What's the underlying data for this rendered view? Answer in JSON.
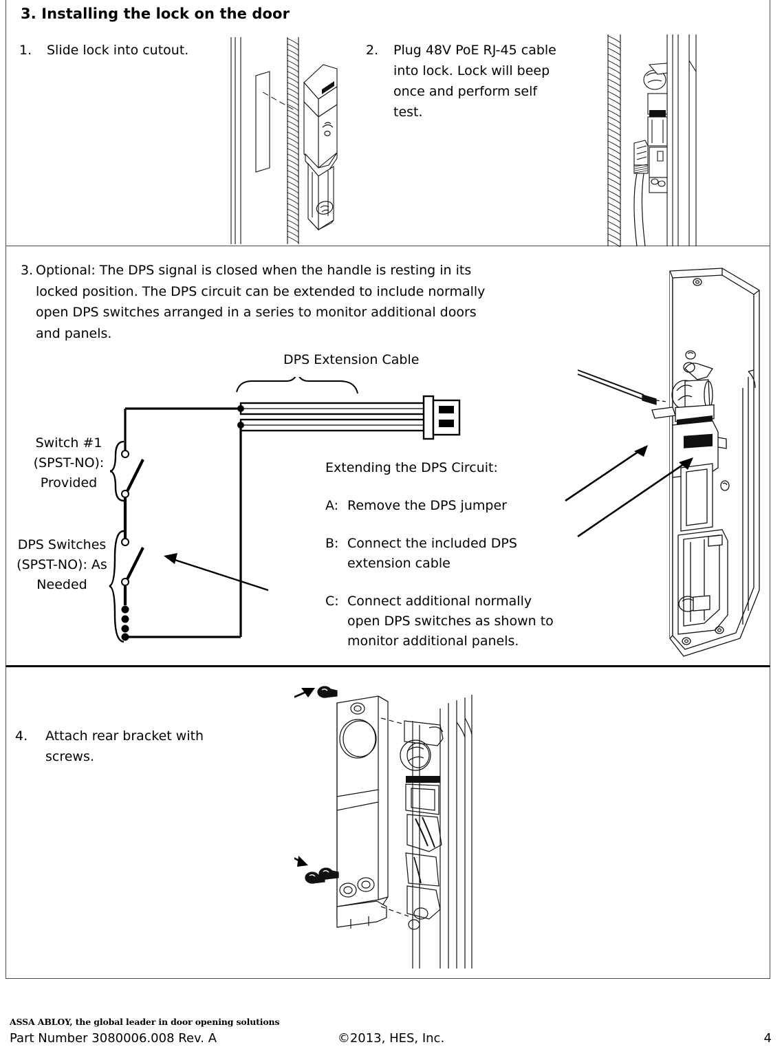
{
  "document": {
    "section_title": "3. Installing the lock on the door",
    "steps": [
      {
        "num": "1.",
        "text": "Slide lock into cutout."
      },
      {
        "num": "2.",
        "text": "Plug 48V PoE RJ-45 cable into lock. Lock will beep once and perform self test."
      },
      {
        "num": "3.",
        "text": "Optional: The DPS signal is closed when the handle is resting in its locked position. The DPS circuit can be extended to include normally open DPS switches arranged in a series to monitor additional doors and panels."
      },
      {
        "num": "4.",
        "text": "Attach rear bracket with screws."
      }
    ],
    "diagram": {
      "cable_label": "DPS Extension Cable",
      "switch1_label": "Switch #1 (SPST-NO): Provided",
      "dps_switches_label": "DPS Switches (SPST-NO): As Needed"
    },
    "instructions": {
      "heading": "Extending the DPS Circuit:",
      "items": [
        {
          "tag": "A:",
          "body": "Remove the DPS jumper"
        },
        {
          "tag": "B:",
          "body": "Connect the included DPS extension cable"
        },
        {
          "tag": "C:",
          "body": "Connect additional normally open DPS switches as shown to monitor additional panels."
        }
      ]
    },
    "footer": {
      "logo_tagline": "ASSA ABLOY, the global leader in door opening solutions",
      "part_number": "Part Number 3080006.008 Rev. A",
      "copyright": "©2013, HES, Inc.",
      "page_number": "4"
    }
  }
}
